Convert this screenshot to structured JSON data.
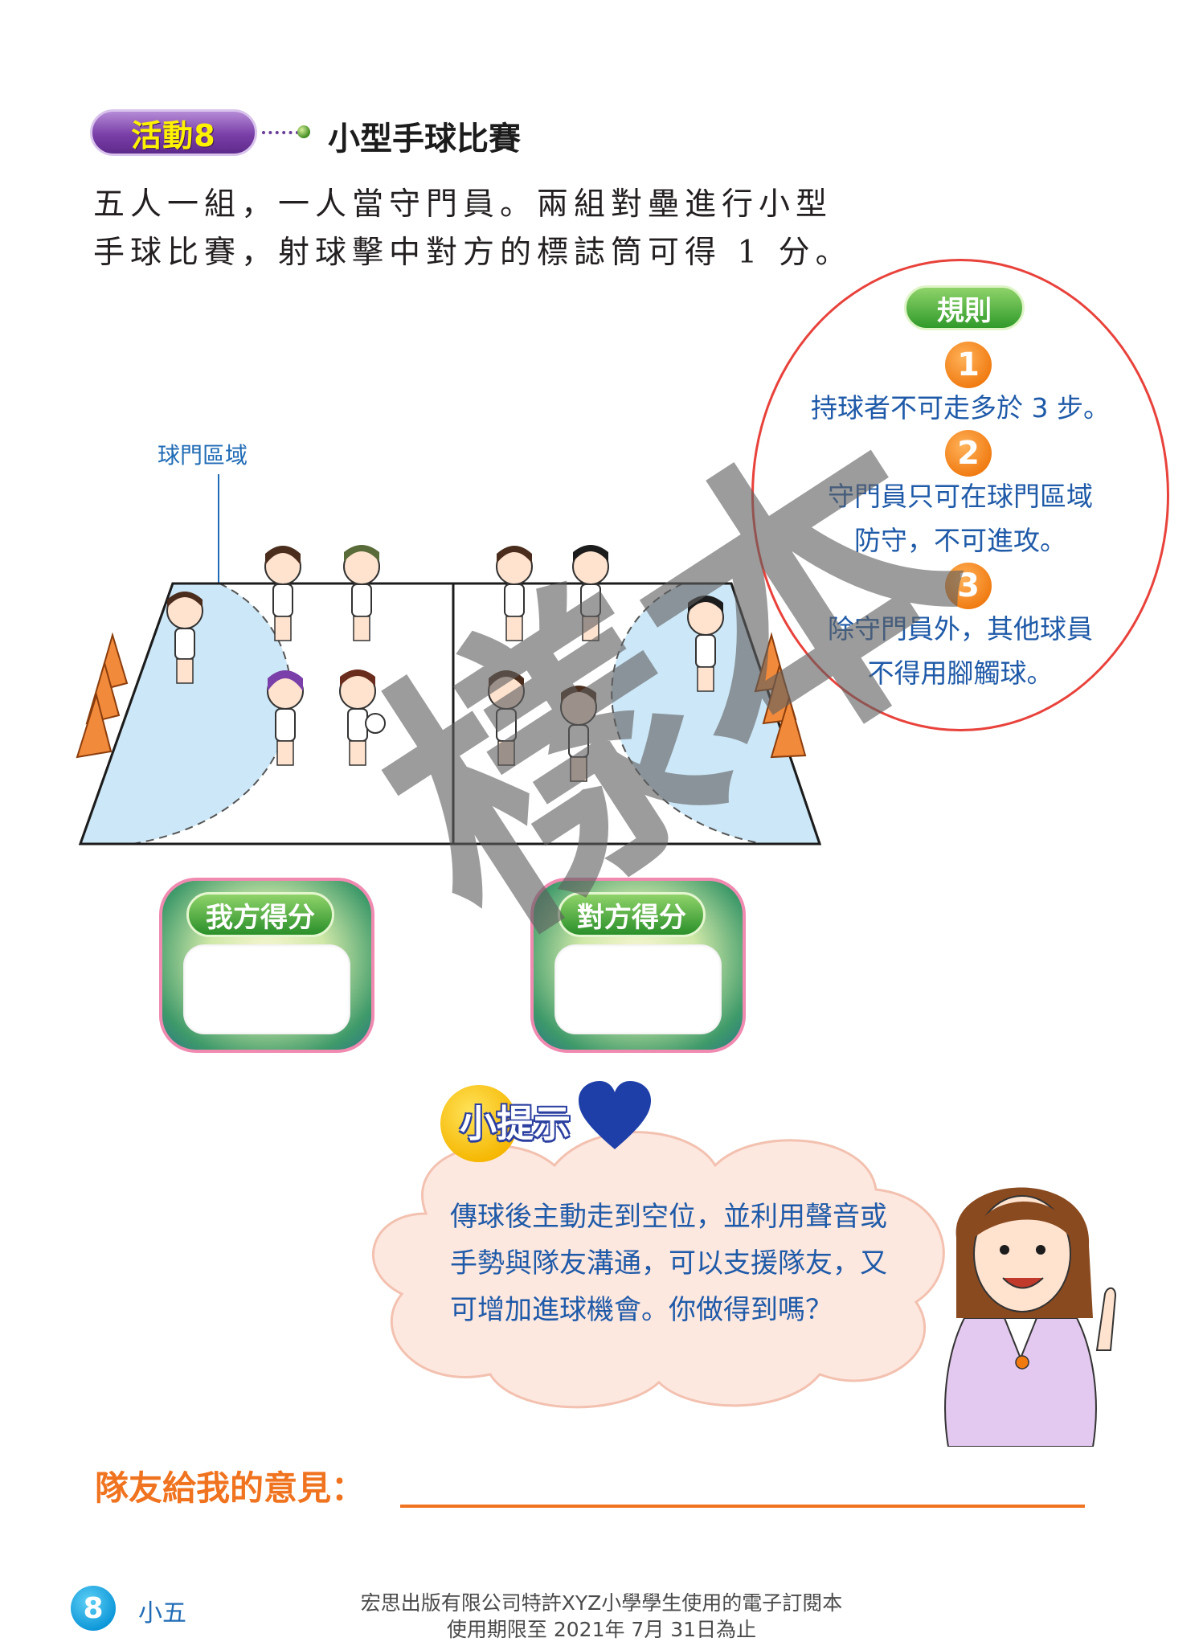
{
  "activity": {
    "badge": "活動8",
    "title": "小型手球比賽"
  },
  "intro": {
    "line1": "五人一組，一人當守門員。兩組對壘進行小型",
    "line2": "手球比賽，射球擊中對方的標誌筒可得 1 分。"
  },
  "court": {
    "goal_area_label": "球門區域"
  },
  "rules": {
    "heading": "規則",
    "items": [
      {
        "num": "1",
        "line1": "持球者不可走多於 3 步。",
        "line2": ""
      },
      {
        "num": "2",
        "line1": "守門員只可在球門區域",
        "line2": "防守，不可進攻。"
      },
      {
        "num": "3",
        "line1": "除守門員外，其他球員",
        "line2": "不得用腳觸球。"
      }
    ]
  },
  "scores": {
    "our_label": "我方得分",
    "their_label": "對方得分"
  },
  "tip": {
    "label": "小提示",
    "line1": "傳球後主動走到空位，並利用聲音或",
    "line2": "手勢與隊友溝通，可以支援隊友，又",
    "line3": "可增加進球機會。你做得到嗎？"
  },
  "feedback": {
    "label": "隊友給我的意見："
  },
  "footer": {
    "page_number": "8",
    "grade": "小五",
    "license_line": "宏思出版有限公司特許XYZ小學學生使用的電子訂閱本",
    "expiry_line": "使用期限至 2021年 7月 31日為止"
  },
  "watermark": "樣本",
  "colors": {
    "accent_purple": "#7a3fa8",
    "badge_yellow": "#fff200",
    "rules_border": "#e8423b",
    "rule_number": "#f07a10",
    "text_blue": "#1f5aa8",
    "feedback_orange": "#f0731f",
    "score_border": "#f08ab0",
    "tag_green": "#2f9a2a",
    "page_badge": "#0a95d8"
  }
}
